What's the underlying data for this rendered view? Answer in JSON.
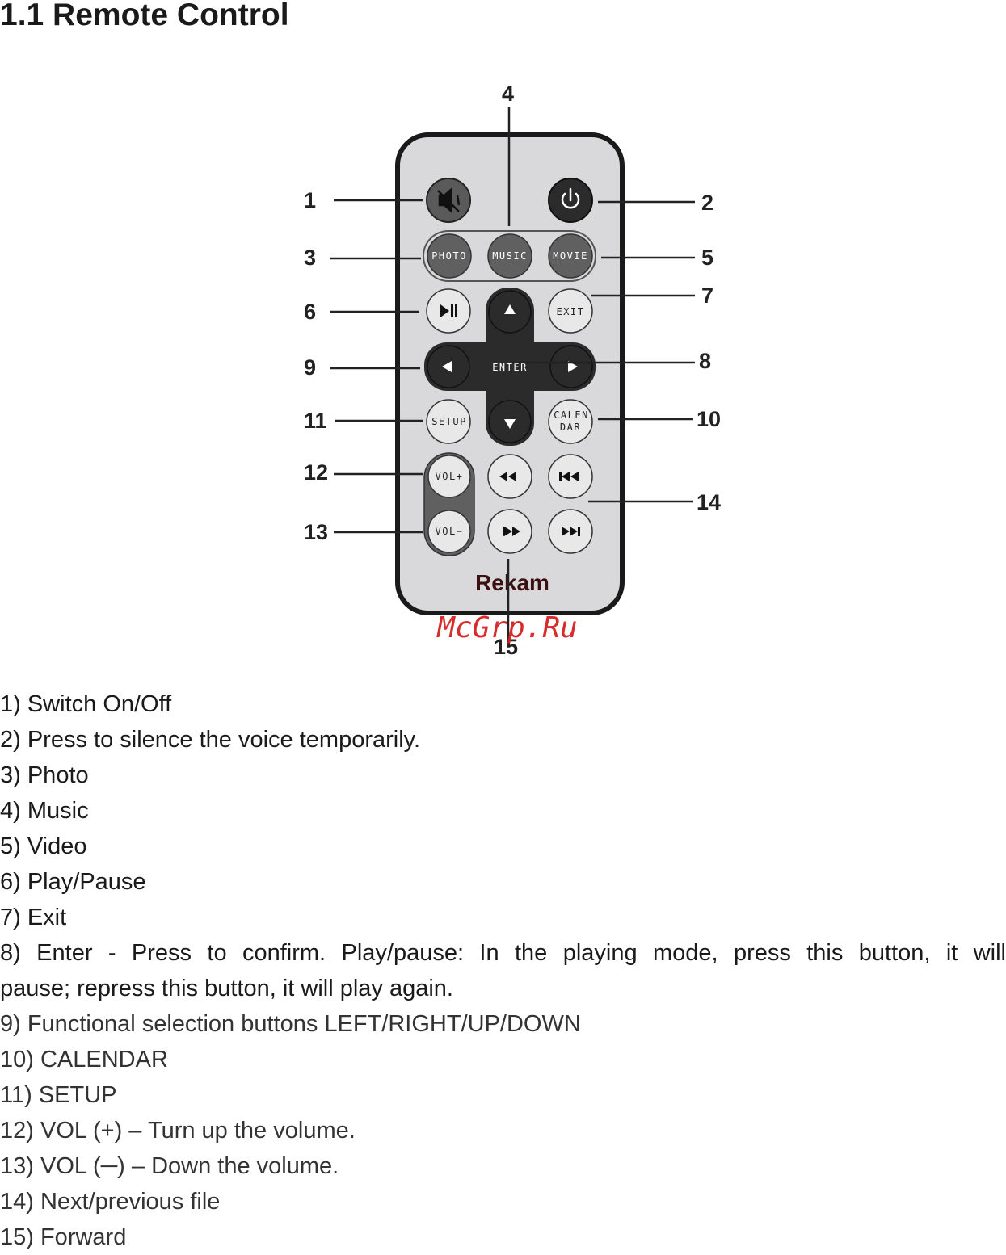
{
  "title": "1.1 Remote Control",
  "watermark": "McGrp.Ru",
  "remote": {
    "brand": "Rekam",
    "buttons": {
      "photo": "PHOTO",
      "music": "MUSIC",
      "movie": "MOVIE",
      "exit": "EXIT",
      "enter": "ENTER",
      "setup": "SETUP",
      "calendar_line1": "CALEN",
      "calendar_line2": "DAR",
      "vol_up": "VOL+",
      "vol_down": "VOL−"
    },
    "callouts": [
      "1",
      "2",
      "3",
      "4",
      "5",
      "6",
      "7",
      "8",
      "9",
      "10",
      "11",
      "12",
      "13",
      "14",
      "15"
    ]
  },
  "legend": [
    "1) Switch On/Off",
    "2) Press to silence the voice temporarily.",
    "3) Photo",
    "4) Music",
    "5) Video",
    "6) Play/Pause",
    "7) Exit",
    "8) Enter - Press to confirm. Play/pause: In the playing mode, press this button, it will",
    "pause; repress this button, it will play again.",
    "9) Functional selection buttons LEFT/RIGHT/UP/DOWN",
    "10) CALENDAR",
    "11) SETUP",
    "12) VOL (+) – Turn up the volume.",
    "13) VOL (─) – Down the volume.",
    "14) Next/previous file",
    "15) Forward"
  ],
  "colors": {
    "remote_body": "#d9d9db",
    "dark_button": "#2b2b2b",
    "mid_button": "#606060",
    "light_button": "#e8e8e8",
    "watermark": "#d62020"
  }
}
